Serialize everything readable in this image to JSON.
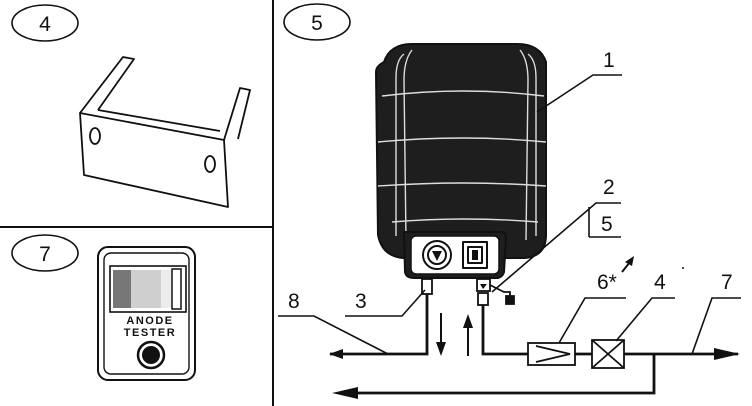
{
  "panels": {
    "bracket": {
      "number": "4"
    },
    "anode_tester": {
      "number": "7",
      "word1": "ANODE",
      "word2": "TESTER"
    },
    "installation": {
      "number": "5",
      "callouts": {
        "heater": "1",
        "outlet_valve": "2",
        "inlet_pipe": "3",
        "stop_valve": "4",
        "boxed_five": "5",
        "safety_valve": "6*",
        "supply": "7",
        "hot_out": "8"
      }
    }
  },
  "colors": {
    "ink": "#111111",
    "tank": "#1e1e1e",
    "background": "#ffffff"
  }
}
